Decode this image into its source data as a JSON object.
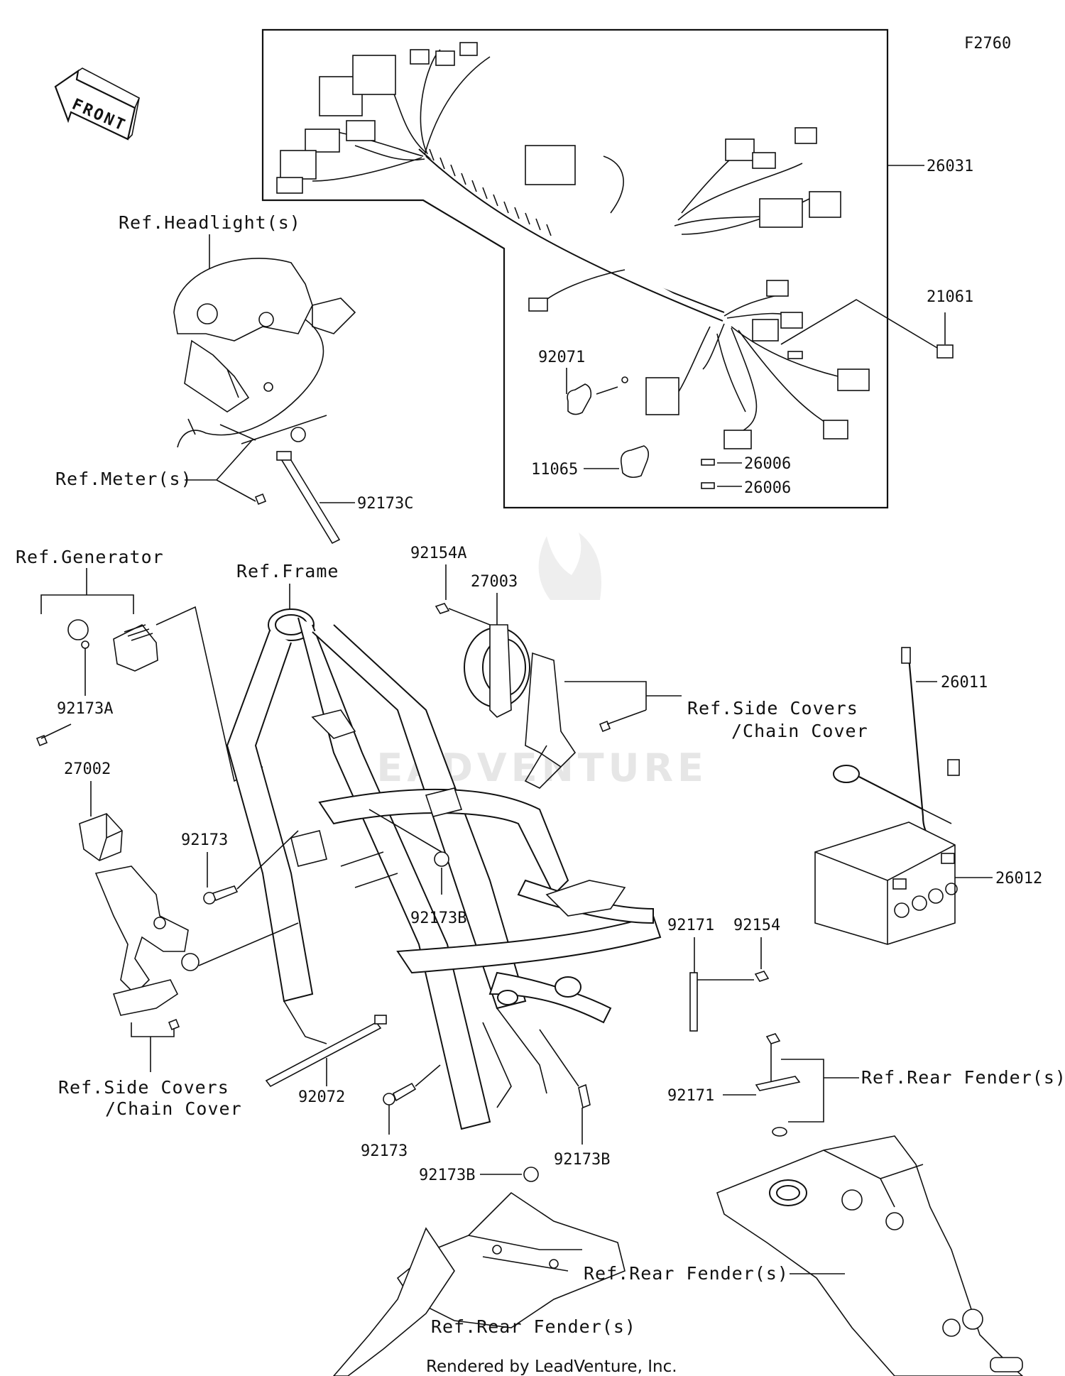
{
  "diagram_code": "F2760",
  "front_arrow": {
    "text": "FRONT",
    "icon": "front-arrow-icon"
  },
  "watermark": "LEADVENTURE",
  "credit": "Rendered by LeadVenture, Inc.",
  "parts": {
    "p26031": "26031",
    "p21061": "21061",
    "p92071": "92071",
    "p11065": "11065",
    "p26006a": "26006",
    "p26006b": "26006",
    "p92173C": "92173C",
    "p92154A": "92154A",
    "p27003": "27003",
    "p26011": "26011",
    "p26012": "26012",
    "p92173A": "92173A",
    "p27002": "27002",
    "p92173a": "92173",
    "p92173B_a": "92173B",
    "p92171a": "92171",
    "p92154": "92154",
    "p92171b": "92171",
    "p92072": "92072",
    "p92173b": "92173",
    "p92173B_b": "92173B",
    "p92173B_c": "92173B"
  },
  "refs": {
    "headlight": "Ref.Headlight(s)",
    "meter": "Ref.Meter(s)",
    "generator": "Ref.Generator",
    "frame": "Ref.Frame",
    "side_covers_1a": "Ref.Side Covers",
    "side_covers_1b": "/Chain Cover",
    "side_covers_2a": "Ref.Side Covers",
    "side_covers_2b": "/Chain Cover",
    "rear_fender_1": "Ref.Rear Fender(s)",
    "rear_fender_2": "Ref.Rear Fender(s)",
    "rear_fender_3": "Ref.Rear Fender(s)"
  }
}
